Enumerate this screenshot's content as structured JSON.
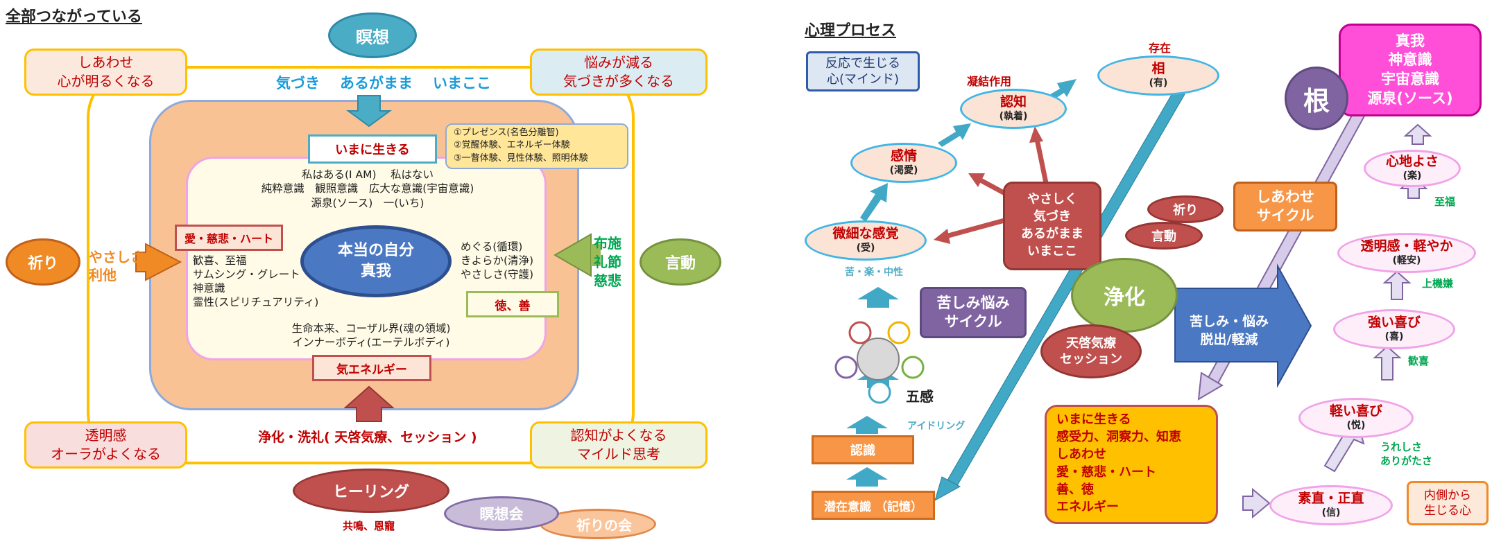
{
  "left": {
    "title": "全部つながっている",
    "meditation": "瞑想",
    "happiness": {
      "line1": "しあわせ",
      "line2": "心が明るくなる"
    },
    "worries": {
      "line1": "悩みが減る",
      "line2": "気づきが多くなる"
    },
    "top_words": {
      "w1": "気づき",
      "w2": "あるがまま",
      "w3": "いまここ"
    },
    "live_now": "いまに生きる",
    "note": {
      "l1": "①プレゼンス(名色分離智)",
      "l2": "②覚醒体験、エネルギー体験",
      "l3": "③一瞥体験、見性体験、照明体験"
    },
    "inner_top": {
      "l1": "私はある(I AM)　 私はない",
      "l2": "純粋意識　観照意識　広大な意識(宇宙意識)",
      "l3": "源泉(ソース)　一(いち)"
    },
    "love_compassion": "愛・慈悲・ハート",
    "inner_left": {
      "l1": "歓喜、至福",
      "l2": "サムシング・グレート",
      "l3": "神意識",
      "l4": "霊性(スピリチュアリティ)"
    },
    "true_self": {
      "l1": "本当の自分",
      "l2": "真我"
    },
    "inner_right": {
      "l1": "めぐる(循環)",
      "l2": "きよらか(清浄)",
      "l3": "やさしさ(守護)"
    },
    "virtue": "徳、善",
    "inner_bottom": {
      "l1": "生命本来、コーザル界(魂の領域)",
      "l2": "インナーボディ(エーテルボディ)"
    },
    "ki_energy": "気エネルギー",
    "prayer": "祈り",
    "kindness": {
      "l1": "やさしさ",
      "l2": "利他"
    },
    "words": "言動",
    "giving": {
      "l1": "布施",
      "l2": "礼節",
      "l3": "慈悲"
    },
    "transparency": {
      "line1": "透明感",
      "line2": "オーラがよくなる"
    },
    "cognition": {
      "line1": "認知がよくなる",
      "line2": "マイルド思考"
    },
    "purification": "浄化・洗礼( 天啓気療、セッション )",
    "healing": "ヒーリング",
    "resonance": "共鳴、恩寵",
    "meditation_meeting": "瞑想会",
    "prayer_meeting": "祈りの会"
  },
  "right": {
    "title": "心理プロセス",
    "mind_box": {
      "l1": "反応で生じる",
      "l2": "心(マインド)"
    },
    "existence_label": "存在",
    "aspect": {
      "main": "相",
      "sub": "(有)"
    },
    "condensation_label": "凝結作用",
    "cognition": {
      "main": "認知",
      "sub": "(執着)"
    },
    "emotion": {
      "main": "感情",
      "sub": "(渇愛)"
    },
    "subtle_sense": {
      "main": "微細な感覚",
      "sub": "(受)"
    },
    "sense_types": "苦・楽・中性",
    "five_senses": "五感",
    "idling": "アイドリング",
    "recognition": "認識",
    "subconscious": "潜在意識 （記憶）",
    "center_box": {
      "l1": "やさしく",
      "l2": "気づき",
      "l3": "あるがまま",
      "l4": "いまここ"
    },
    "prayer": "祈り",
    "words": "言動",
    "purify": "浄化",
    "suffering_cycle": {
      "l1": "苦しみ悩み",
      "l2": "サイクル"
    },
    "tenkei": {
      "l1": "天啓気療",
      "l2": "セッション"
    },
    "escape": {
      "l1": "苦しみ・悩み",
      "l2": "脱出/軽減"
    },
    "happy_cycle": {
      "l1": "しあわせ",
      "l2": "サイクル"
    },
    "root": "根",
    "true_self": {
      "l1": "真我",
      "l2": "神意識",
      "l3": "宇宙意識",
      "l4": "源泉(ソース)"
    },
    "comfort": {
      "main": "心地よさ",
      "sub": "(楽)"
    },
    "bliss": "至福",
    "clarity": {
      "main": "透明感・軽やか",
      "sub": "(軽安)"
    },
    "good_mood": "上機嫌",
    "strong_joy": {
      "main": "強い喜び",
      "sub": "(喜)"
    },
    "delight": "歓喜",
    "light_joy": {
      "main": "軽い喜び",
      "sub": "(悦)"
    },
    "gratitude": {
      "l1": "うれしさ",
      "l2": "ありがたさ"
    },
    "honest": {
      "main": "素直・正直",
      "sub": "(信)"
    },
    "inside_box": {
      "l1": "内側から",
      "l2": "生じる心"
    },
    "qualities": {
      "l1": "いまに生きる",
      "l2": "感受力、洞察力、知恵",
      "l3": "しあわせ",
      "l4": "愛・慈悲・ハート",
      "l5": "善、徳",
      "l6": "エネルギー"
    }
  },
  "colors": {
    "orange": "#f08a24",
    "red": "#c00000",
    "blue": "#4a78c2",
    "teal": "#41a8c6",
    "green": "#00a651"
  }
}
